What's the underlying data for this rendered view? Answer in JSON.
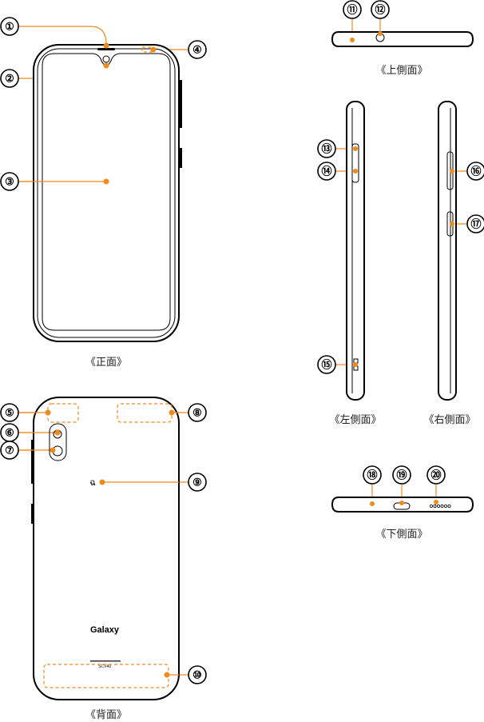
{
  "accent_color": "#f08a1c",
  "callouts": [
    "①",
    "②",
    "③",
    "④",
    "⑤",
    "⑥",
    "⑦",
    "⑧",
    "⑨",
    "⑩",
    "⑪",
    "⑫",
    "⑬",
    "⑭",
    "⑮",
    "⑯",
    "⑰",
    "⑱",
    "⑲",
    "⑳"
  ],
  "captions": {
    "front": "《正面》",
    "back": "《背面》",
    "top": "《上側面》",
    "left": "《左側面》",
    "right": "《右側面》",
    "bottom": "《下側面》"
  },
  "back_logo": "Galaxy",
  "back_model": "SCV49"
}
